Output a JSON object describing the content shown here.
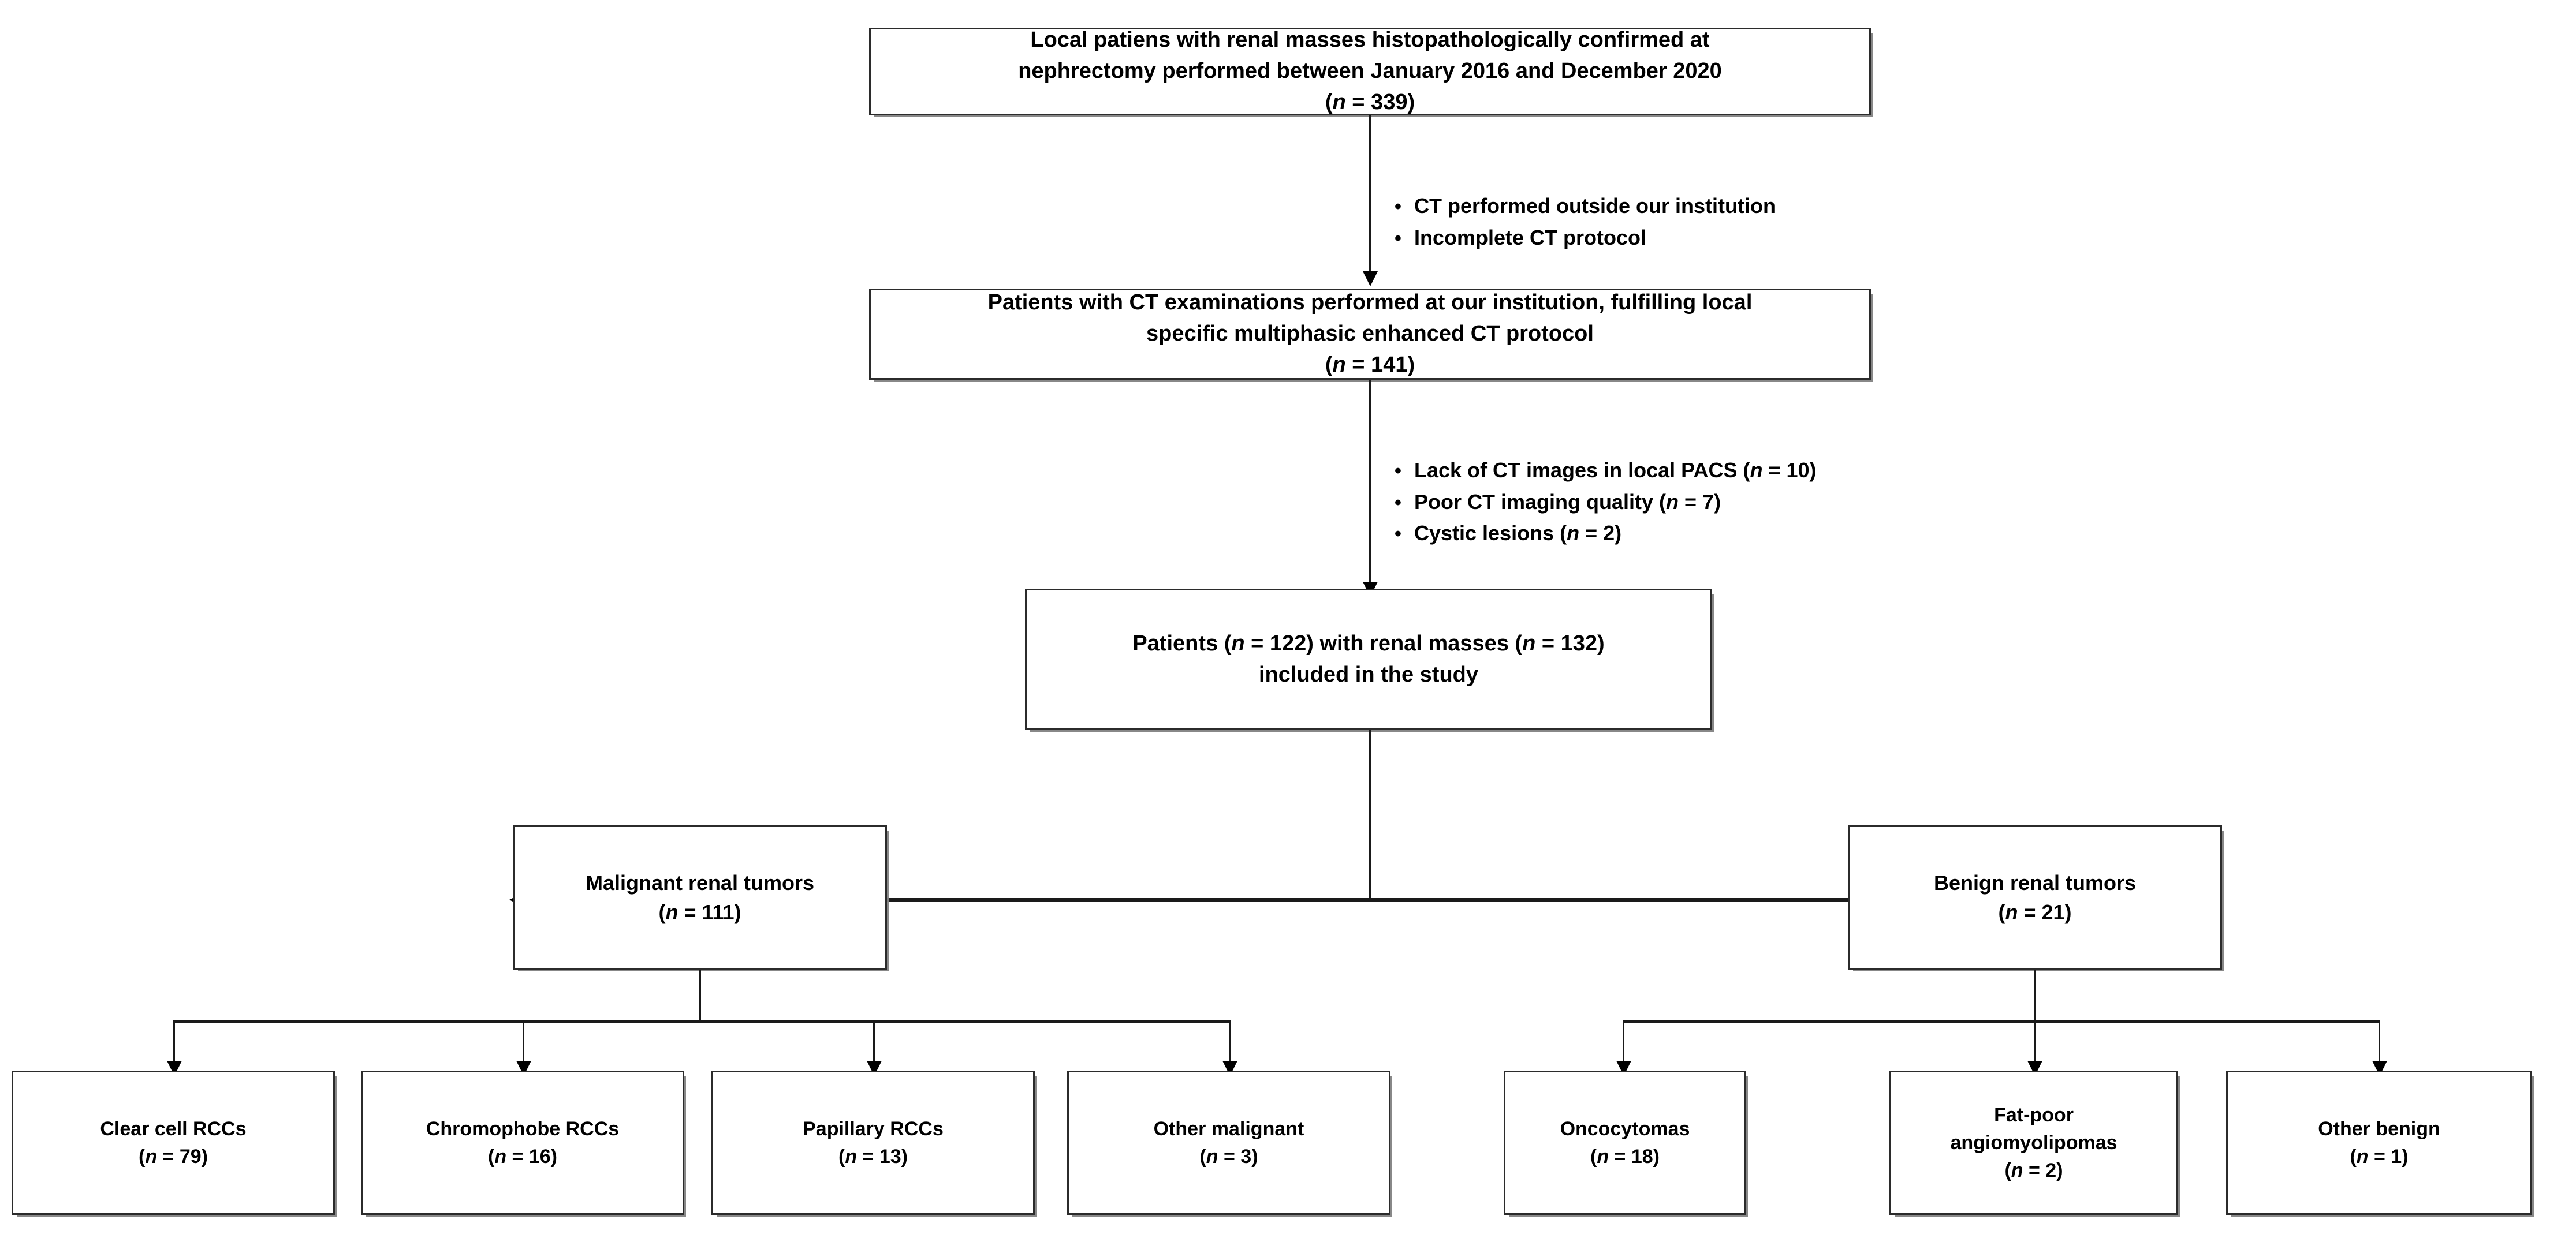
{
  "diagram": {
    "title": "Patient selection flowchart",
    "colors": {
      "box_border": "#2b2b2b",
      "box_shadow": "#828282",
      "connector": "#1a1a1a",
      "text": "#000000",
      "background": "#ffffff"
    }
  },
  "nodes": {
    "source_cohort": {
      "name": "source-cohort-box",
      "line1": "Local patiens with renal masses histopathologically confirmed at",
      "line2": "nephrectomy performed between January 2016 and December 2020",
      "count_prefix": "(",
      "count_n": "n",
      "count_value": " = 339)"
    },
    "protocol_cohort": {
      "name": "protocol-cohort-box",
      "line1": "Patients with CT examinations performed at our institution, fulfilling local",
      "line2": "specific multiphasic enhanced CT protocol",
      "count_prefix": "(",
      "count_n": "n",
      "count_value": " = 141)"
    },
    "included_cohort": {
      "name": "included-cohort-box",
      "line1_a": "Patients (",
      "line1_n1": "n",
      "line1_b": " = 122) with renal masses (",
      "line1_n2": "n",
      "line1_c": " = 132)",
      "line2": "included in the study"
    },
    "malignant": {
      "name": "malignant-tumors-box",
      "line1": "Malignant renal tumors",
      "count_prefix": "(",
      "count_n": "n",
      "count_value": " = 111)"
    },
    "benign": {
      "name": "benign-tumors-box",
      "line1": "Benign renal tumors",
      "count_prefix": "(",
      "count_n": "n",
      "count_value": " = 21)"
    }
  },
  "exclusions": {
    "stage1": {
      "title": "first-exclusion-list",
      "bullet_glyph": "•",
      "items": [
        {
          "text": "CT performed outside our institution",
          "count": ""
        },
        {
          "text": "Incomplete CT protocol",
          "count": ""
        }
      ]
    },
    "stage2": {
      "title": "second-exclusion-list",
      "bullet_glyph": "•",
      "items": [
        {
          "text": "Lack of CT images in local PACS (",
          "n": "n",
          "count": " = 10)"
        },
        {
          "text": "Poor CT imaging quality (",
          "n": "n",
          "count": " = 7)"
        },
        {
          "text": "Cystic lesions (",
          "n": "n",
          "count": " = 2)"
        }
      ]
    }
  },
  "leaves": {
    "malignant_subtypes": [
      {
        "name": "clear-cell-rcc-box",
        "label": "Clear cell RCCs",
        "n": "n",
        "count": " = 79)"
      },
      {
        "name": "chromophobe-rcc-box",
        "label": "Chromophobe RCCs",
        "n": "n",
        "count": " = 16)"
      },
      {
        "name": "papillary-rcc-box",
        "label": "Papillary RCCs",
        "n": "n",
        "count": " = 13)"
      },
      {
        "name": "other-malignant-box",
        "label": "Other malignant",
        "n": "n",
        "count": " = 3)"
      }
    ],
    "benign_subtypes": [
      {
        "name": "oncocytoma-box",
        "label": "Oncocytomas",
        "label2": "",
        "n": "n",
        "count": " = 18)"
      },
      {
        "name": "angiomyolipoma-box",
        "label": "Fat-poor",
        "label2": "angiomyolipomas",
        "n": "n",
        "count": " = 2)"
      },
      {
        "name": "other-benign-box",
        "label": "Other benign",
        "label2": "",
        "n": "n",
        "count": " = 1)"
      }
    ],
    "paren_open": "("
  },
  "chart_data": {
    "type": "flowchart",
    "title": "Patient selection flowchart",
    "stages": [
      {
        "label": "Local patiens with renal masses histopathologically confirmed at nephrectomy performed between January 2016 and December 2020",
        "n": 339
      },
      {
        "label": "Patients with CT examinations performed at our institution, fulfilling local specific multiphasic enhanced CT protocol",
        "n": 141
      },
      {
        "label": "Patients included in the study",
        "patients": 122,
        "renal_masses": 132
      }
    ],
    "exclusions": [
      {
        "after_stage": 1,
        "reasons": [
          "CT performed outside our institution",
          "Incomplete CT protocol"
        ]
      },
      {
        "after_stage": 2,
        "reasons": [
          {
            "reason": "Lack of CT images in local PACS",
            "n": 10
          },
          {
            "reason": "Poor CT imaging quality",
            "n": 7
          },
          {
            "reason": "Cystic lesions",
            "n": 2
          }
        ]
      }
    ],
    "groups": [
      {
        "label": "Malignant renal tumors",
        "n": 111,
        "children": [
          {
            "label": "Clear cell RCCs",
            "n": 79
          },
          {
            "label": "Chromophobe RCCs",
            "n": 16
          },
          {
            "label": "Papillary RCCs",
            "n": 13
          },
          {
            "label": "Other malignant",
            "n": 3
          }
        ]
      },
      {
        "label": "Benign renal tumors",
        "n": 21,
        "children": [
          {
            "label": "Oncocytomas",
            "n": 18
          },
          {
            "label": "Fat-poor angiomyolipomas",
            "n": 2
          },
          {
            "label": "Other benign",
            "n": 1
          }
        ]
      }
    ]
  }
}
